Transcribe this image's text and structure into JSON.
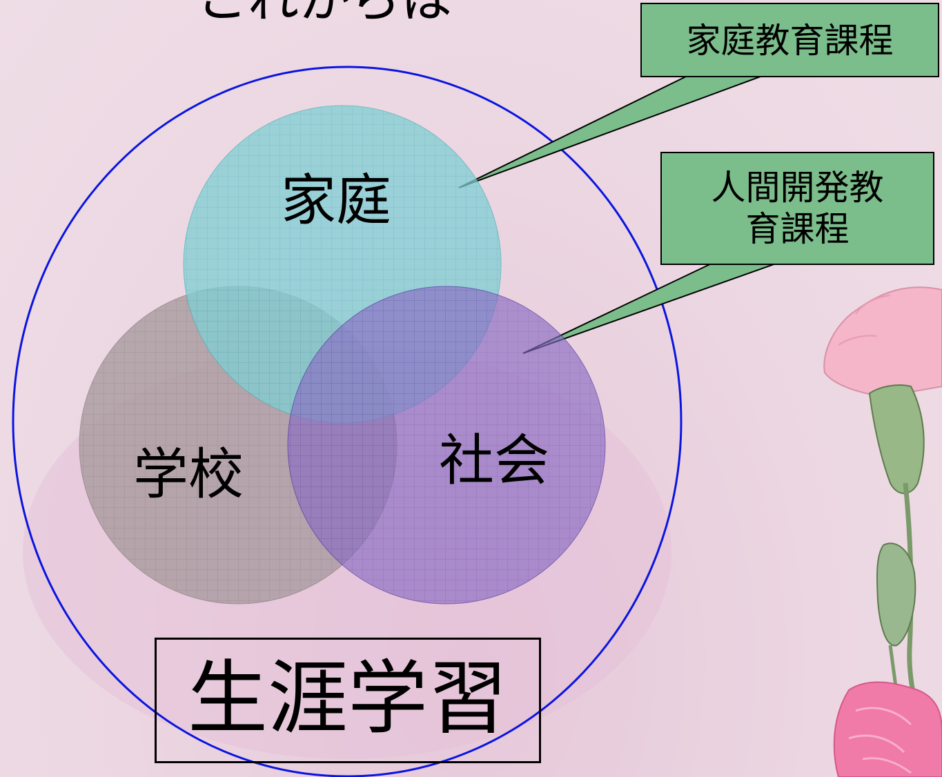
{
  "title_fragment": "これからは",
  "callouts": {
    "home_curriculum": "家庭教育課程",
    "human_dev_curriculum_line1": "人間開発教",
    "human_dev_curriculum_line2": "育課程"
  },
  "circles": {
    "home": "家庭",
    "school": "学校",
    "society": "社会"
  },
  "outer_label": "生涯学習",
  "colors": {
    "background": "#ecd8e2",
    "outer_circle_stroke": "#0a14e0",
    "home_fill": "#7fcfd4",
    "school_fill": "#a89a9e",
    "society_fill": "#8a6cc4",
    "callout_fill": "#7bbd8b"
  },
  "decoration": {
    "flower": "carnation-illustration"
  }
}
